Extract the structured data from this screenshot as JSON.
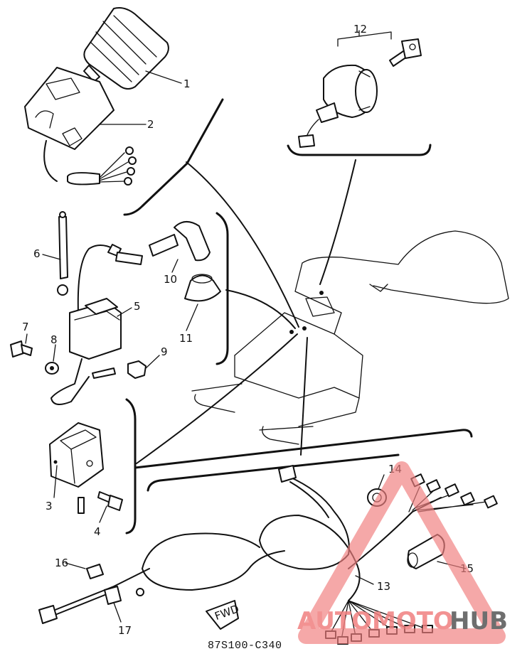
{
  "diagram": {
    "callouts": [
      "1",
      "2",
      "3",
      "4",
      "5",
      "6",
      "7",
      "8",
      "9",
      "10",
      "11",
      "12",
      "13",
      "14",
      "15",
      "16",
      "17"
    ],
    "part_code": "87S100-C340",
    "fwd_tag": "FWD"
  },
  "watermark": {
    "text_a": "AUTOMOTO",
    "text_b": "HUB",
    "color_a": "#f08080",
    "color_b": "#555555"
  }
}
